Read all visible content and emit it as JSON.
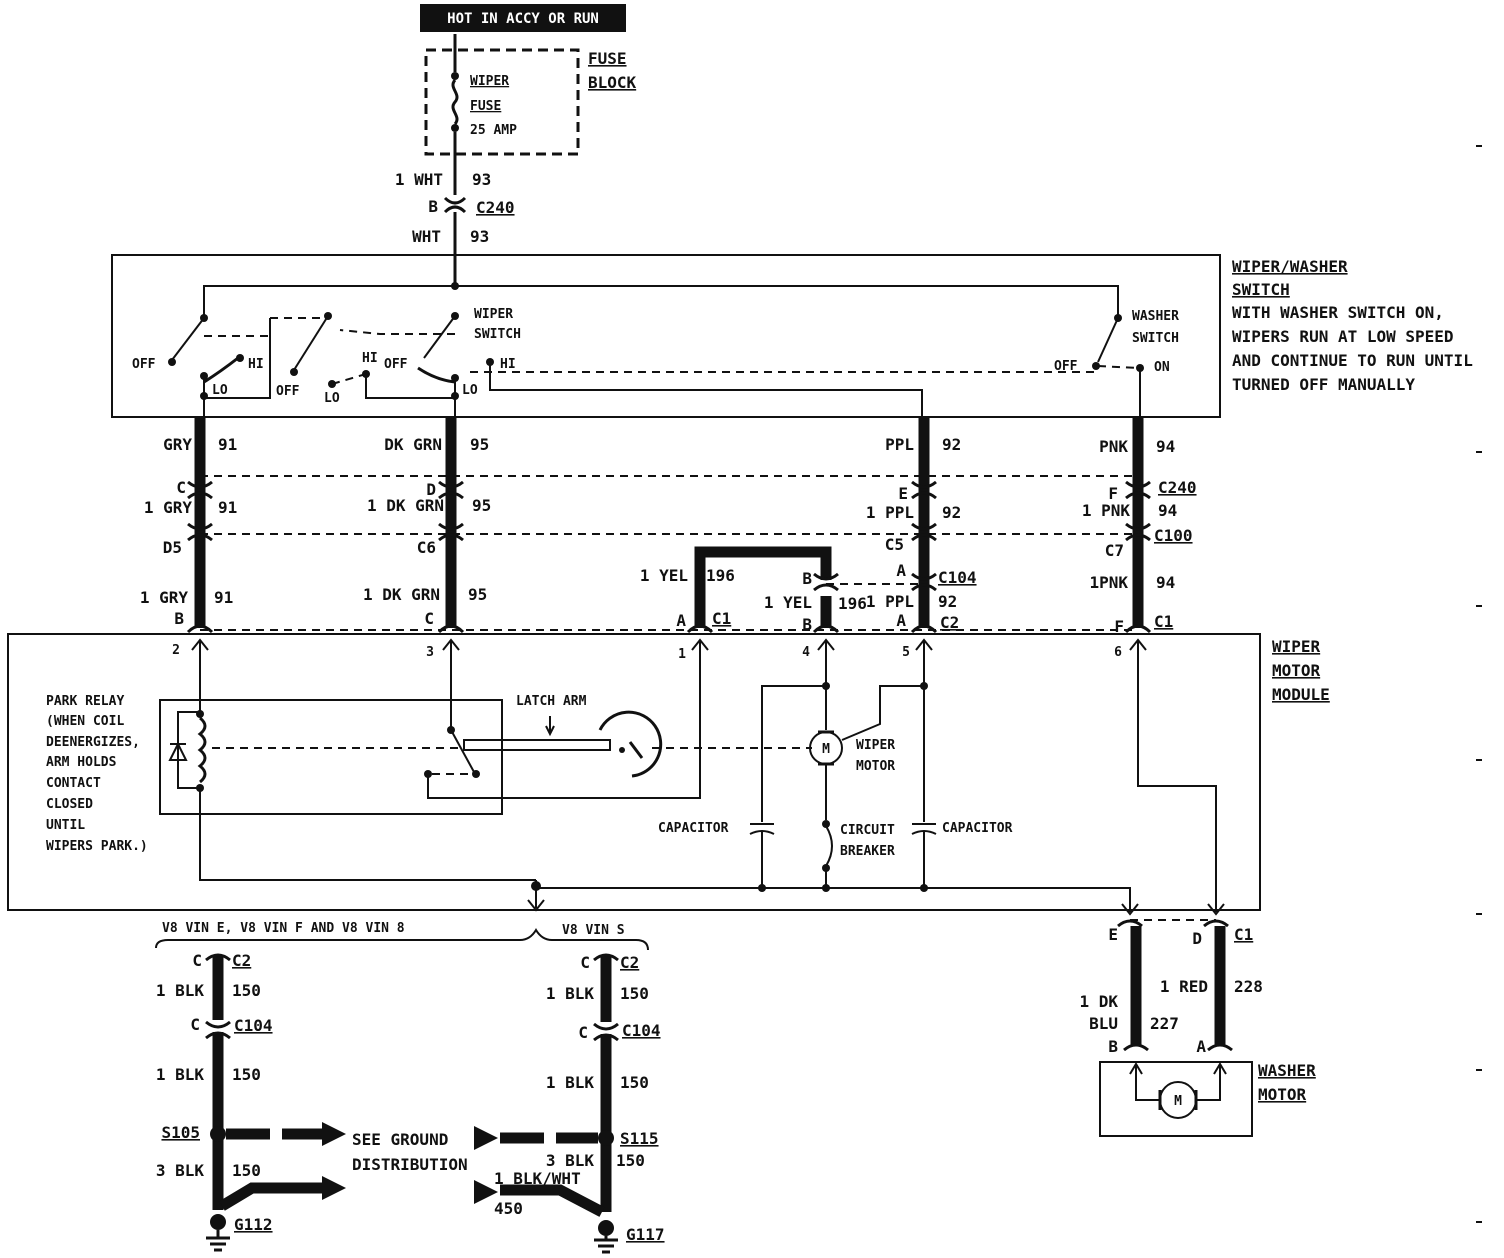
{
  "power_label": "HOT IN ACCY OR RUN",
  "fuse_block": {
    "title_1": "FUSE",
    "title_2": "BLOCK",
    "fuse_name_1": "WIPER",
    "fuse_name_2": "FUSE",
    "fuse_rating": "25 AMP"
  },
  "feed": {
    "wire_1": "1 WHT",
    "circuit_1": "93",
    "pin": "B",
    "connector": "C240",
    "wire_2": "WHT",
    "circuit_2": "93"
  },
  "switch_box": {
    "title_1": "WIPER/WASHER",
    "title_2": "SWITCH",
    "note": [
      "WITH WASHER SWITCH ON,",
      "WIPERS RUN AT LOW SPEED",
      "AND CONTINUE TO RUN UNTIL",
      "TURNED OFF MANUALLY"
    ],
    "wiper_switch_1": "WIPER",
    "wiper_switch_2": "SWITCH",
    "washer_switch_1": "WASHER",
    "washer_switch_2": "SWITCH",
    "off": "OFF",
    "hi": "HI",
    "lo": "LO",
    "on": "ON"
  },
  "harness": {
    "col1": {
      "wire_a": "GRY",
      "circ_a": "91",
      "pin_c240": "C",
      "wire_b": "1 GRY",
      "circ_b": "91",
      "pin_c100": "D5",
      "wire_c": "1 GRY",
      "circ_c": "91",
      "pin_mod": "B"
    },
    "col2": {
      "wire_a": "DK GRN",
      "circ_a": "95",
      "pin_c240": "D",
      "wire_b": "1 DK GRN",
      "circ_b": "95",
      "pin_c100": "C6",
      "wire_c": "1 DK GRN",
      "circ_c": "95",
      "pin_mod": "C"
    },
    "col3": {
      "wire_a": "PPL",
      "circ_a": "92",
      "pin_c240": "E",
      "wire_b": "1 PPL",
      "circ_b": "92",
      "pin_c100": "C5",
      "pin_c104": "A",
      "connector_c104": "C104",
      "wire_c": "1 PPL",
      "circ_c": "92",
      "pin_mod": "A",
      "connector_mod": "C2"
    },
    "col4": {
      "wire_a": "PNK",
      "circ_a": "94",
      "pin_c240": "F",
      "connector_c240": "C240",
      "wire_b": "1 PNK",
      "circ_b": "94",
      "pin_c100": "C7",
      "connector_c100": "C100",
      "wire_c": "1PNK",
      "circ_c": "94",
      "pin_mod": "F",
      "connector_mod": "C1"
    },
    "loop": {
      "wire_a": "1 YEL",
      "circ_a": "196",
      "pin_a": "A",
      "connector_a": "C1",
      "pin_b": "B",
      "wire_b": "1 YEL",
      "circ_b": "196",
      "pin_b2": "B"
    }
  },
  "module": {
    "title": [
      "WIPER",
      "MOTOR",
      "MODULE"
    ],
    "terminals": [
      "2",
      "3",
      "1",
      "4",
      "5",
      "6"
    ],
    "park_relay": [
      "PARK RELAY",
      "(WHEN COIL",
      "DEENERGIZES,",
      "ARM HOLDS",
      "CONTACT",
      "CLOSED",
      "UNTIL",
      "WIPERS PARK.)"
    ],
    "latch_arm": "LATCH ARM",
    "motor_symbol": "M",
    "wiper_motor_1": "WIPER",
    "wiper_motor_2": "MOTOR",
    "capacitor": "CAPACITOR",
    "circuit_breaker_1": "CIRCUIT",
    "circuit_breaker_2": "BREAKER"
  },
  "ground_left": {
    "header": "V8 VIN E, V8 VIN F AND V8 VIN  8",
    "pin_c2": "C",
    "connector_c2": "C2",
    "wire_1": "1 BLK",
    "circ_1": "150",
    "pin_c104": "C",
    "connector_c104": "C104",
    "wire_2": "1 BLK",
    "circ_2": "150",
    "splice": "S105",
    "wire_3": "3 BLK",
    "circ_3": "150",
    "ground": "G112",
    "see_1": "SEE GROUND",
    "see_2": "DISTRIBUTION"
  },
  "ground_right": {
    "header": "V8 VIN S",
    "pin_c2": "C",
    "connector_c2": "C2",
    "wire_1": "1 BLK",
    "circ_1": "150",
    "pin_c104": "C",
    "connector_c104": "C104",
    "wire_2": "1 BLK",
    "circ_2": "150",
    "splice": "S115",
    "wire_3": "3 BLK",
    "circ_3": "150",
    "wire_4": "1 BLK/WHT",
    "circ_4": "450",
    "ground": "G117"
  },
  "washer": {
    "pin_e": "E",
    "pin_d": "D",
    "connector": "C1",
    "wire_left_1": "1 DK",
    "wire_left_2": "BLU",
    "circ_left": "227",
    "wire_right": "1 RED",
    "circ_right": "228",
    "pin_b": "B",
    "pin_a": "A",
    "title_1": "WASHER",
    "title_2": "MOTOR",
    "motor_symbol": "M"
  }
}
